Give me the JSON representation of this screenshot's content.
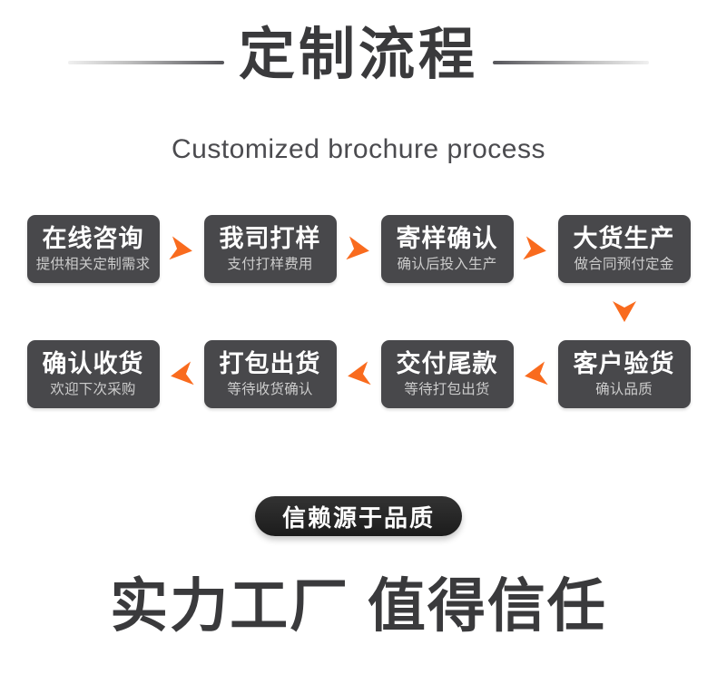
{
  "header": {
    "title": "定制流程",
    "subtitle": "Customized brochure process"
  },
  "flow": {
    "row1": [
      {
        "title": "在线咨询",
        "subtitle": "提供相关定制需求"
      },
      {
        "title": "我司打样",
        "subtitle": "支付打样费用"
      },
      {
        "title": "寄样确认",
        "subtitle": "确认后投入生产"
      },
      {
        "title": "大货生产",
        "subtitle": "做合同预付定金"
      }
    ],
    "row2": [
      {
        "title": "确认收货",
        "subtitle": "欢迎下次采购"
      },
      {
        "title": "打包出货",
        "subtitle": "等待收货确认"
      },
      {
        "title": "交付尾款",
        "subtitle": "等待打包出货"
      },
      {
        "title": "客户验货",
        "subtitle": "确认品质"
      }
    ]
  },
  "footer": {
    "badge": "信赖源于品质",
    "slogan": "实力工厂 值得信任"
  },
  "colors": {
    "accent_orange": "#f96b1e",
    "box_background": "#48484b",
    "badge_background": "#333333",
    "heading_text": "#3a3a3c",
    "subtitle_text": "#4b4b4f"
  }
}
